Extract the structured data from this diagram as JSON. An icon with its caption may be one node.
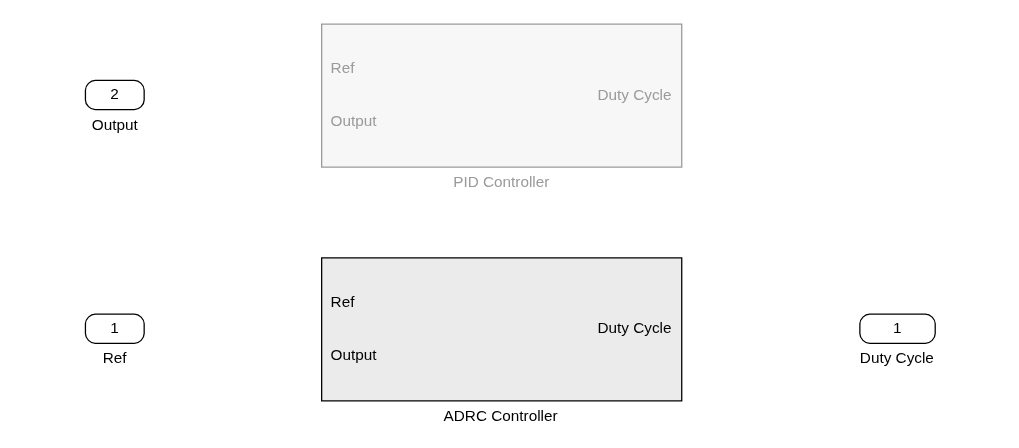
{
  "diagram": {
    "nodes": [
      {
        "text": [
          "1"
        ],
        "beside": [
          "Ref"
        ]
      },
      {
        "text": [
          "2"
        ],
        "beside": [
          "Output"
        ]
      },
      {
        "text": [
          "Ref",
          "Output",
          "Duty Cycle"
        ],
        "beside": [
          "ADRC Controller"
        ]
      },
      {
        "text": [
          "Ref",
          "Output",
          "Duty Cycle"
        ],
        "beside": [
          "PID Controller"
        ]
      },
      {
        "text": [
          "1"
        ],
        "beside": [
          "Duty Cycle"
        ]
      }
    ],
    "edges": []
  }
}
